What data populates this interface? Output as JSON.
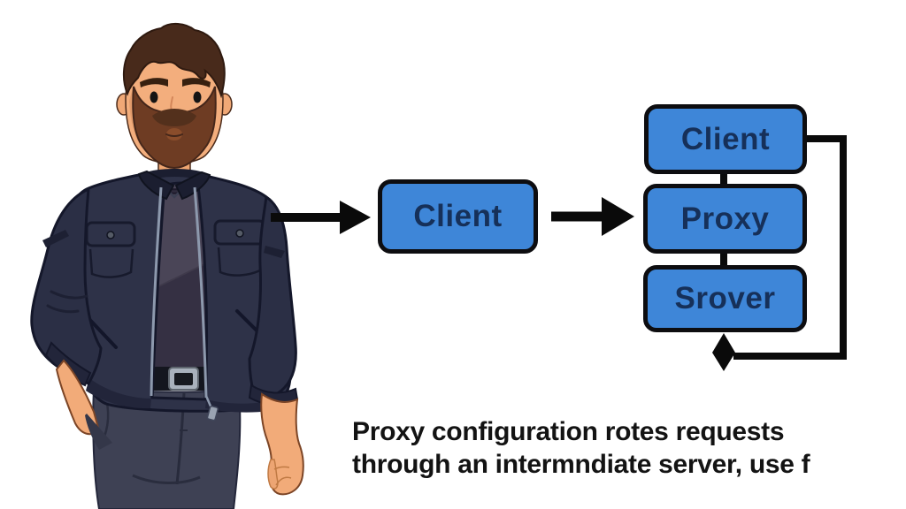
{
  "scene": {
    "background_color": "#ffffff",
    "description": "Illustration of a bearded man beside a proxy-configuration flow diagram"
  },
  "illustration": {
    "name": "bearded-man-cartoon",
    "skin_color": "#f2ab79",
    "skin_shadow_color": "#d88f60",
    "hair_color": "#482a1b",
    "beard_color": "#6e3c23",
    "jacket_color": "#2e3248",
    "jacket_trim_color": "#22253a",
    "tshirt_color": "#3f3a4b",
    "pants_color": "#3e4154",
    "belt_color": "#14161f",
    "buckle_color": "#a9b1bc"
  },
  "diagram": {
    "box_fill": "#3e86d8",
    "box_border": "#0d0d10",
    "label_color": "#163059",
    "arrow_color": "#0a0a0a",
    "standalone_box": {
      "label": "Client"
    },
    "stack_boxes": [
      {
        "label": "Client"
      },
      {
        "label": "Proxy"
      },
      {
        "label": "Srover"
      }
    ]
  },
  "caption": {
    "line1": "Proxy configuration rotes requests",
    "line2": "through an intermndiate server, use f",
    "color": "#131313"
  }
}
